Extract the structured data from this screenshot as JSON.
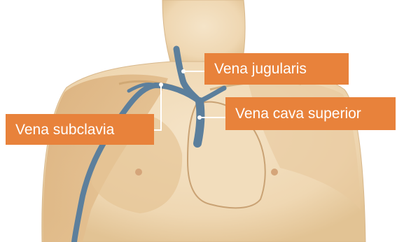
{
  "diagram": {
    "label_bg_color": "#e8823b",
    "label_text_color": "#ffffff",
    "vein_color": "#5c7f9c",
    "skin_color": "#f0d9b6",
    "labels": {
      "jugularis": "Vena jugularis",
      "cava_superior": "Vena cava superior",
      "subclavia": "Vena subclavia"
    }
  }
}
